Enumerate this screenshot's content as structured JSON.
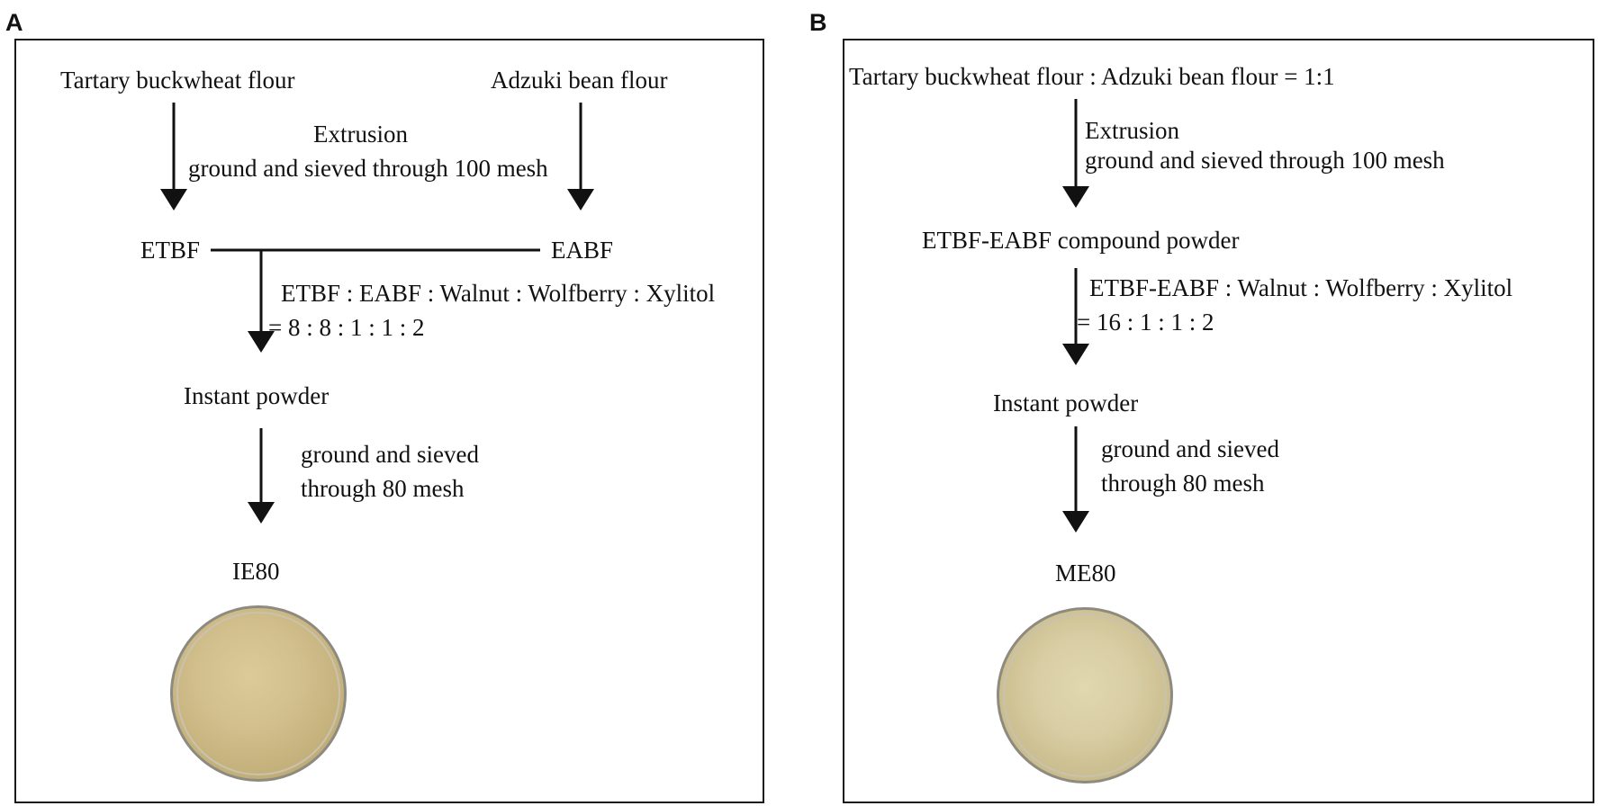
{
  "colors": {
    "line": "#111111",
    "frame": "#1a1a1a",
    "powder_a": "#d2c08e",
    "powder_a_dark": "#b9a46c",
    "powder_b": "#d8cda3",
    "powder_b_dark": "#c2b484"
  },
  "panel_a": {
    "letter": "A",
    "raw1": "Tartary buckwheat flour",
    "raw2": "Adzuki bean flour",
    "process1_line1": "Extrusion",
    "process1_line2": "ground and sieved through 100 mesh",
    "product1": "ETBF",
    "product2": "EABF",
    "ratio_line1": "ETBF :  EABF : Walnut : Wolfberry : Xylitol",
    "ratio_line2": "= 8 : 8 : 1 : 1 : 2",
    "intermediate": "Instant powder",
    "process2_line1": "ground and sieved",
    "process2_line2": "through 80 mesh",
    "final": "IE80",
    "photo_icon": "powder-dish-photo"
  },
  "panel_b": {
    "letter": "B",
    "raw": "Tartary buckwheat flour : Adzuki bean flour = 1:1",
    "process1_line1": "Extrusion",
    "process1_line2": "ground and sieved through 100 mesh",
    "compound": "ETBF-EABF compound powder",
    "ratio_line1": "ETBF-EABF : Walnut : Wolfberry : Xylitol",
    "ratio_line2": "= 16 : 1 : 1 : 2",
    "intermediate": "Instant powder",
    "process2_line1": "ground and sieved",
    "process2_line2": "through 80 mesh",
    "final": "ME80",
    "photo_icon": "powder-dish-photo"
  }
}
